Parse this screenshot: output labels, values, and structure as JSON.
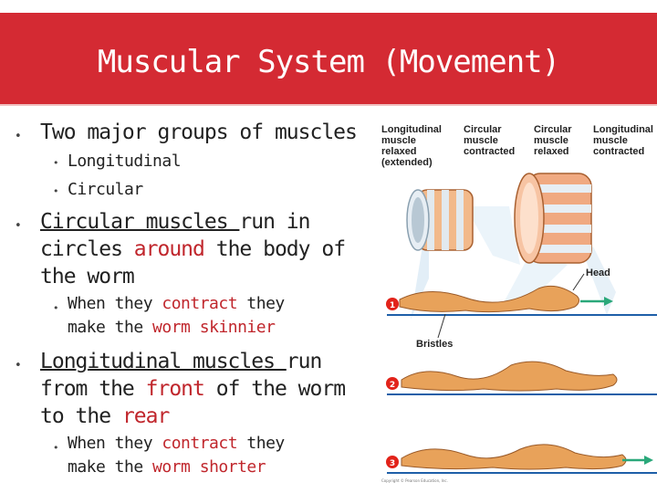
{
  "title": "Muscular System (Movement)",
  "bullets": {
    "b1": {
      "text": "Two major groups of muscles"
    },
    "b1_sub1": {
      "text": "Longitudinal"
    },
    "b1_sub2": {
      "text": "Circular"
    },
    "b2": {
      "term": "Circular muscles ",
      "line1_rest": "run in",
      "line2_pre": "circles ",
      "line2_red": "around",
      "line2_post": " the body of",
      "line3": "the worm"
    },
    "b2_sub": {
      "line1_pre": "When they ",
      "line1_red": "contract",
      "line1_post": " they",
      "line2_pre": "make the ",
      "line2_red": "worm skinnier"
    },
    "b3": {
      "term": "Longitudinal muscles ",
      "line1_rest": "run",
      "line2_pre": "from the ",
      "line2_red": "front",
      "line2_post": " of the worm",
      "line3_pre": "to the ",
      "line3_red": "rear"
    },
    "b3_sub": {
      "line1_pre": "When they ",
      "line1_red": "contract",
      "line1_post": " they",
      "line2_pre": "make the ",
      "line2_red": "worm shorter"
    }
  },
  "bullet_char": "•",
  "figure": {
    "labels": {
      "long_relaxed": [
        "Longitudinal",
        "muscle",
        "relaxed",
        "(extended)"
      ],
      "circ_contracted": [
        "Circular",
        "muscle",
        "contracted"
      ],
      "circ_relaxed": [
        "Circular",
        "muscle",
        "relaxed"
      ],
      "long_contracted": [
        "Longitudinal",
        "muscle",
        "contracted"
      ],
      "head": "Head",
      "bristles": "Bristles"
    },
    "steps": [
      "1",
      "2",
      "3"
    ],
    "copyright": "Copyright © Pearson Education, Inc."
  },
  "colors": {
    "title_bg": "#d42a33",
    "accent_red": "#c0262c",
    "worm": "#e8a25a",
    "ground": "#1e5fa8",
    "arrow": "#2aa87a"
  }
}
